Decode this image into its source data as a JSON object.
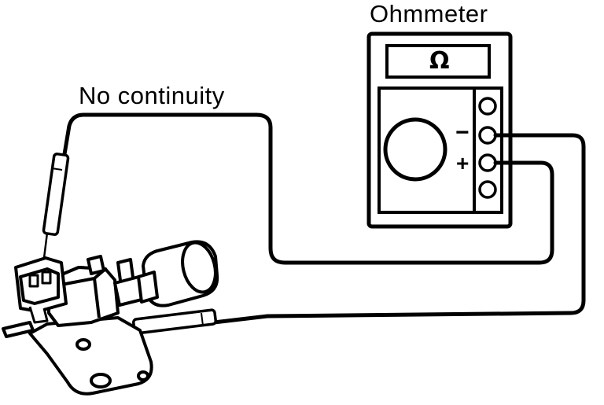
{
  "diagram": {
    "meter_title": "Ohmmeter",
    "status_label": "No continuity",
    "meter_symbol": "Ω",
    "terminal_negative": "−",
    "terminal_positive": "+"
  },
  "colors": {
    "ink": "#000000",
    "background": "#ffffff"
  }
}
